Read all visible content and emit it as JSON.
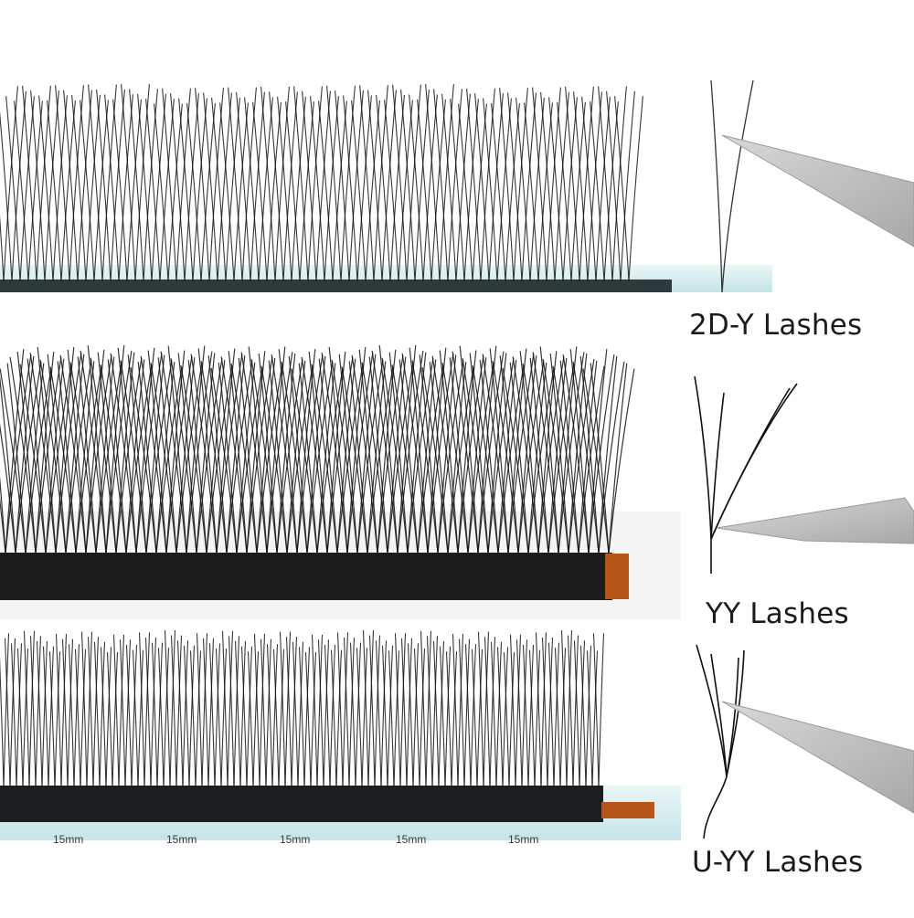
{
  "labels": {
    "lash_2dy": "2D-Y Lashes",
    "lash_yy": "YY Lashes",
    "lash_uyy": "U-YY Lashes"
  },
  "strip_length_marks": [
    "15mm",
    "15mm",
    "15mm",
    "15mm",
    "15mm"
  ],
  "colors": {
    "lash": "#141414",
    "tray_teal": "#bfe6ea",
    "tray_orange": "#b8561a",
    "tweezer": "#b9b9b9"
  }
}
